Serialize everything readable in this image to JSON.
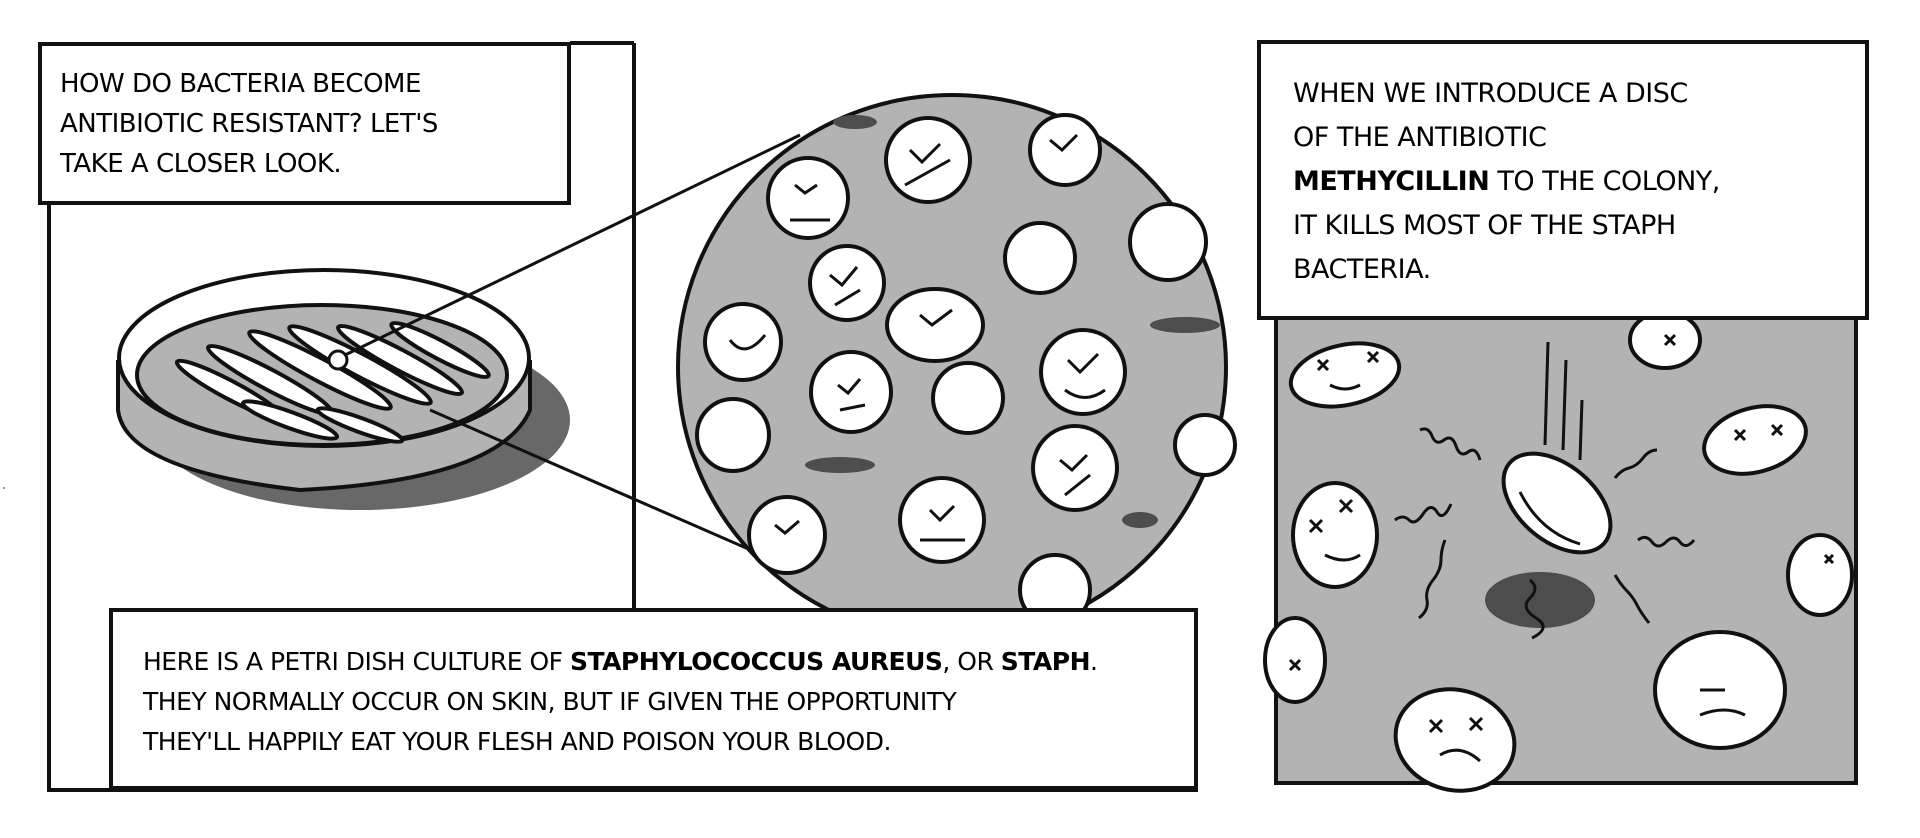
{
  "comic": {
    "panel_1": {
      "caption": {
        "lines": [
          "HOW DO BACTERIA BECOME",
          "ANTIBIOTIC RESISTANT? LET'S",
          "TAKE A CLOSER LOOK."
        ]
      },
      "illustration": "petri-dish-with-staph-culture",
      "magnified_view": "staph-bacteria-close-up"
    },
    "bottom_caption": {
      "line_1_a": "HERE IS A PETRI DISH CULTURE OF ",
      "line_1_bold_1": "STAPHYLOCOCCUS  AUREUS",
      "line_1_b": ", OR ",
      "line_1_bold_2": "STAPH",
      "line_1_c": ".",
      "line_2": "THEY NORMALLY OCCUR ON SKIN, BUT IF GIVEN THE OPPORTUNITY",
      "line_3": "THEY'LL HAPPILY EAT YOUR FLESH AND POISON YOUR BLOOD."
    },
    "panel_2": {
      "caption": {
        "line_1": "WHEN WE INTRODUCE A DISC",
        "line_2": "OF THE ANTIBIOTIC",
        "line_3_bold": "METHYCILLIN",
        "line_3_rest": " TO THE COLONY,",
        "line_4": "IT KILLS MOST OF THE STAPH",
        "line_5": "BACTERIA."
      },
      "illustration": "antibiotic-disc-killing-bacteria"
    },
    "colors": {
      "agar_gray": "#b3b3b3",
      "dark_gray": "#4d4d4d",
      "ink": "#111111",
      "paper": "#ffffff"
    }
  }
}
